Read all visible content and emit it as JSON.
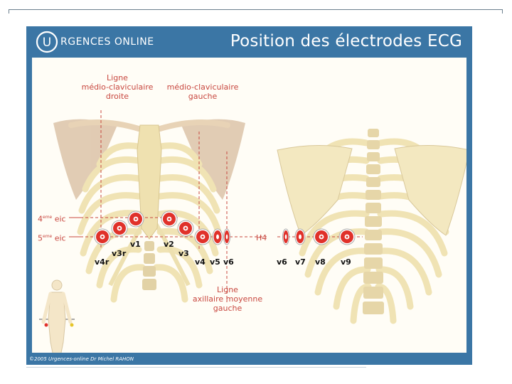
{
  "header": {
    "brand_letter": "U",
    "brand_name": "RGENCES ONLINE",
    "title": "Position des électrodes ECG"
  },
  "labels": {
    "ligne_droite": [
      "Ligne",
      "médio-claviculaire",
      "droite"
    ],
    "ligne_gauche": [
      "médio-claviculaire",
      "gauche"
    ],
    "axillaire": [
      "Ligne",
      "axillaire moyenne",
      "gauche"
    ],
    "eic4_num": "4",
    "eic4_sup": "eme",
    "eic4_txt": " eic",
    "eic5_num": "5",
    "eic5_sup": "eme",
    "eic5_txt": " eic",
    "h4": "H4"
  },
  "electrodes_front": [
    "v4r",
    "v3r",
    "v1",
    "v2",
    "v3",
    "v4",
    "v5",
    "v6"
  ],
  "electrodes_back": [
    "v6",
    "v7",
    "v8",
    "v9"
  ],
  "copyright": "©2005 Urgences-online Dr Michel RAHON",
  "colors": {
    "frame": "#3b76a5",
    "bone": "#f2e6b8",
    "scapula": "#d9c1a6",
    "electrode": "#e0312a",
    "label_red": "#c8473f"
  }
}
